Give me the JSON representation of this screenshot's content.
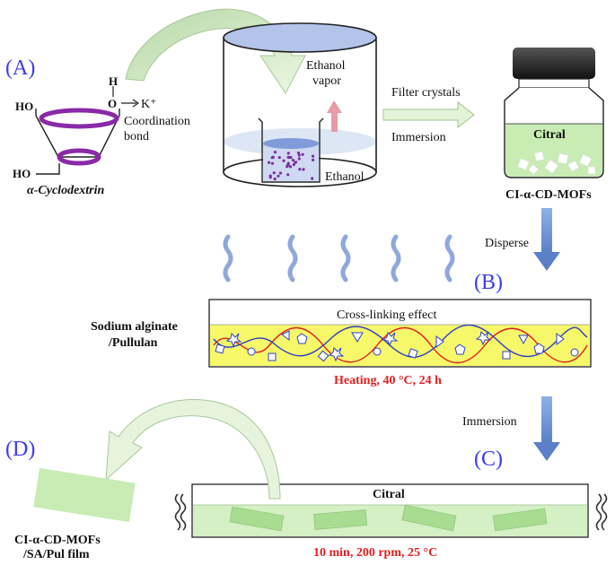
{
  "panels": {
    "a": "(A)",
    "b": "(B)",
    "c": "(C)",
    "d": "(D)"
  },
  "cyclodextrin": {
    "ho_top": "HO",
    "ho_bottom": "HO",
    "h_atom": "H",
    "o_atom": "O",
    "k_ion": "K⁺",
    "coordination_line1": "Coordination",
    "coordination_line2": "bond",
    "name": "α-Cyclodextrin"
  },
  "vessel": {
    "vapor_line1": "Ethanol",
    "vapor_line2": "vapor",
    "liquid_label": "Ethanol"
  },
  "step_arrow": {
    "top_label": "Filter crystals",
    "bottom_label": "Immersion"
  },
  "jar": {
    "liquid_label": "Citral",
    "product_label": "CI-α-CD-MOFs"
  },
  "disperse": {
    "label": "Disperse"
  },
  "film_bath": {
    "left_line1": "Sodium alginate",
    "left_line2": "/Pullulan",
    "effect_label": "Cross-linking effect",
    "condition": "Heating, 40 °C, 24 h"
  },
  "immersion": {
    "label": "Immersion"
  },
  "citral_bath": {
    "title": "Citral",
    "condition": "10 min, 200 rpm,  25 °C"
  },
  "film_product": {
    "line1": "CI-α-CD-MOFs",
    "line2": "/SA/Pul film"
  },
  "colors": {
    "panel_label": "#3c3cf0",
    "ring": "#8a2aa8",
    "arrow_blue": "#6a8fd0",
    "arrow_green": "#d8f0c8",
    "citral_green": "#c8ecb4",
    "film_yellow": "#f6f86a",
    "condition_red": "#e02020"
  }
}
